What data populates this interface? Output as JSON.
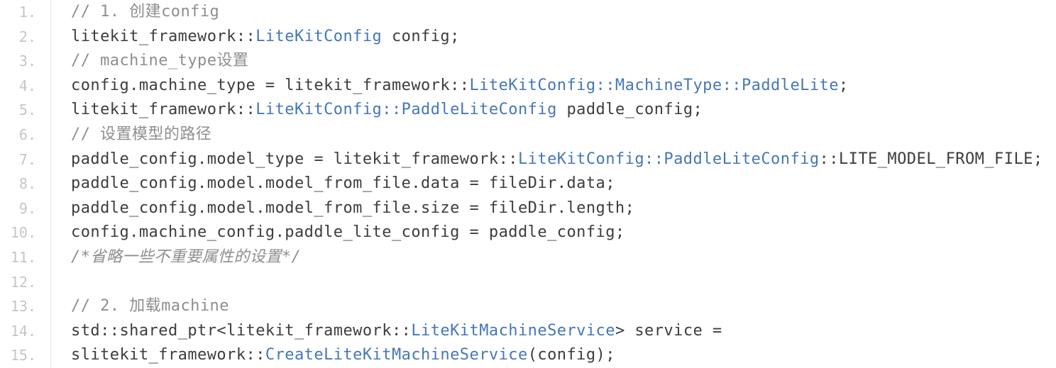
{
  "editor": {
    "language": "cpp",
    "colors": {
      "background": "#ffffff",
      "code_text": "#3d3d3d",
      "comment_text": "#8e8e8e",
      "type_highlight": "#4577b7",
      "line_number": "#c2c6ca",
      "gutter_separator": "#e4e4e4"
    },
    "lines": [
      {
        "number": "1.",
        "segments": [
          {
            "t": "// 1. 创建config",
            "c": "comment"
          }
        ]
      },
      {
        "number": "2.",
        "segments": [
          {
            "t": "litekit_framework::",
            "c": "code"
          },
          {
            "t": "LiteKitConfig",
            "c": "type"
          },
          {
            "t": " config;",
            "c": "code"
          }
        ]
      },
      {
        "number": "3.",
        "segments": [
          {
            "t": "// machine_type设置",
            "c": "comment"
          }
        ]
      },
      {
        "number": "4.",
        "segments": [
          {
            "t": "config.machine_type = litekit_framework::",
            "c": "code"
          },
          {
            "t": "LiteKitConfig::MachineType::PaddleLite",
            "c": "type"
          },
          {
            "t": ";",
            "c": "code"
          }
        ]
      },
      {
        "number": "5.",
        "segments": [
          {
            "t": "litekit_framework::",
            "c": "code"
          },
          {
            "t": "LiteKitConfig::PaddleLiteConfig",
            "c": "type"
          },
          {
            "t": " paddle_config;",
            "c": "code"
          }
        ]
      },
      {
        "number": "6.",
        "segments": [
          {
            "t": "// 设置模型的路径",
            "c": "comment"
          }
        ]
      },
      {
        "number": "7.",
        "segments": [
          {
            "t": "paddle_config.model_type = litekit_framework::",
            "c": "code"
          },
          {
            "t": "LiteKitConfig::PaddleLiteConfig",
            "c": "type"
          },
          {
            "t": "::LITE_MODEL_FROM_FILE;",
            "c": "code"
          }
        ]
      },
      {
        "number": "8.",
        "segments": [
          {
            "t": "paddle_config.model.model_from_file.data = fileDir.data;",
            "c": "code"
          }
        ]
      },
      {
        "number": "9.",
        "segments": [
          {
            "t": "paddle_config.model.model_from_file.size = fileDir.length;",
            "c": "code"
          }
        ]
      },
      {
        "number": "10.",
        "segments": [
          {
            "t": "config.machine_config.paddle_lite_config = paddle_config;",
            "c": "code"
          }
        ]
      },
      {
        "number": "11.",
        "segments": [
          {
            "t": "/*省略一些不重要属性的设置*/",
            "c": "comment-italic"
          }
        ]
      },
      {
        "number": "12.",
        "segments": []
      },
      {
        "number": "13.",
        "segments": [
          {
            "t": "// 2. 加载machine",
            "c": "comment"
          }
        ]
      },
      {
        "number": "14.",
        "segments": [
          {
            "t": "std::shared_ptr<litekit_framework::",
            "c": "code"
          },
          {
            "t": "LiteKitMachineService",
            "c": "type"
          },
          {
            "t": "> service =",
            "c": "code"
          }
        ]
      },
      {
        "number": "15.",
        "segments": [
          {
            "t": "slitekit_framework::",
            "c": "code"
          },
          {
            "t": "CreateLiteKitMachineService",
            "c": "type"
          },
          {
            "t": "(config);",
            "c": "code"
          }
        ]
      }
    ]
  }
}
